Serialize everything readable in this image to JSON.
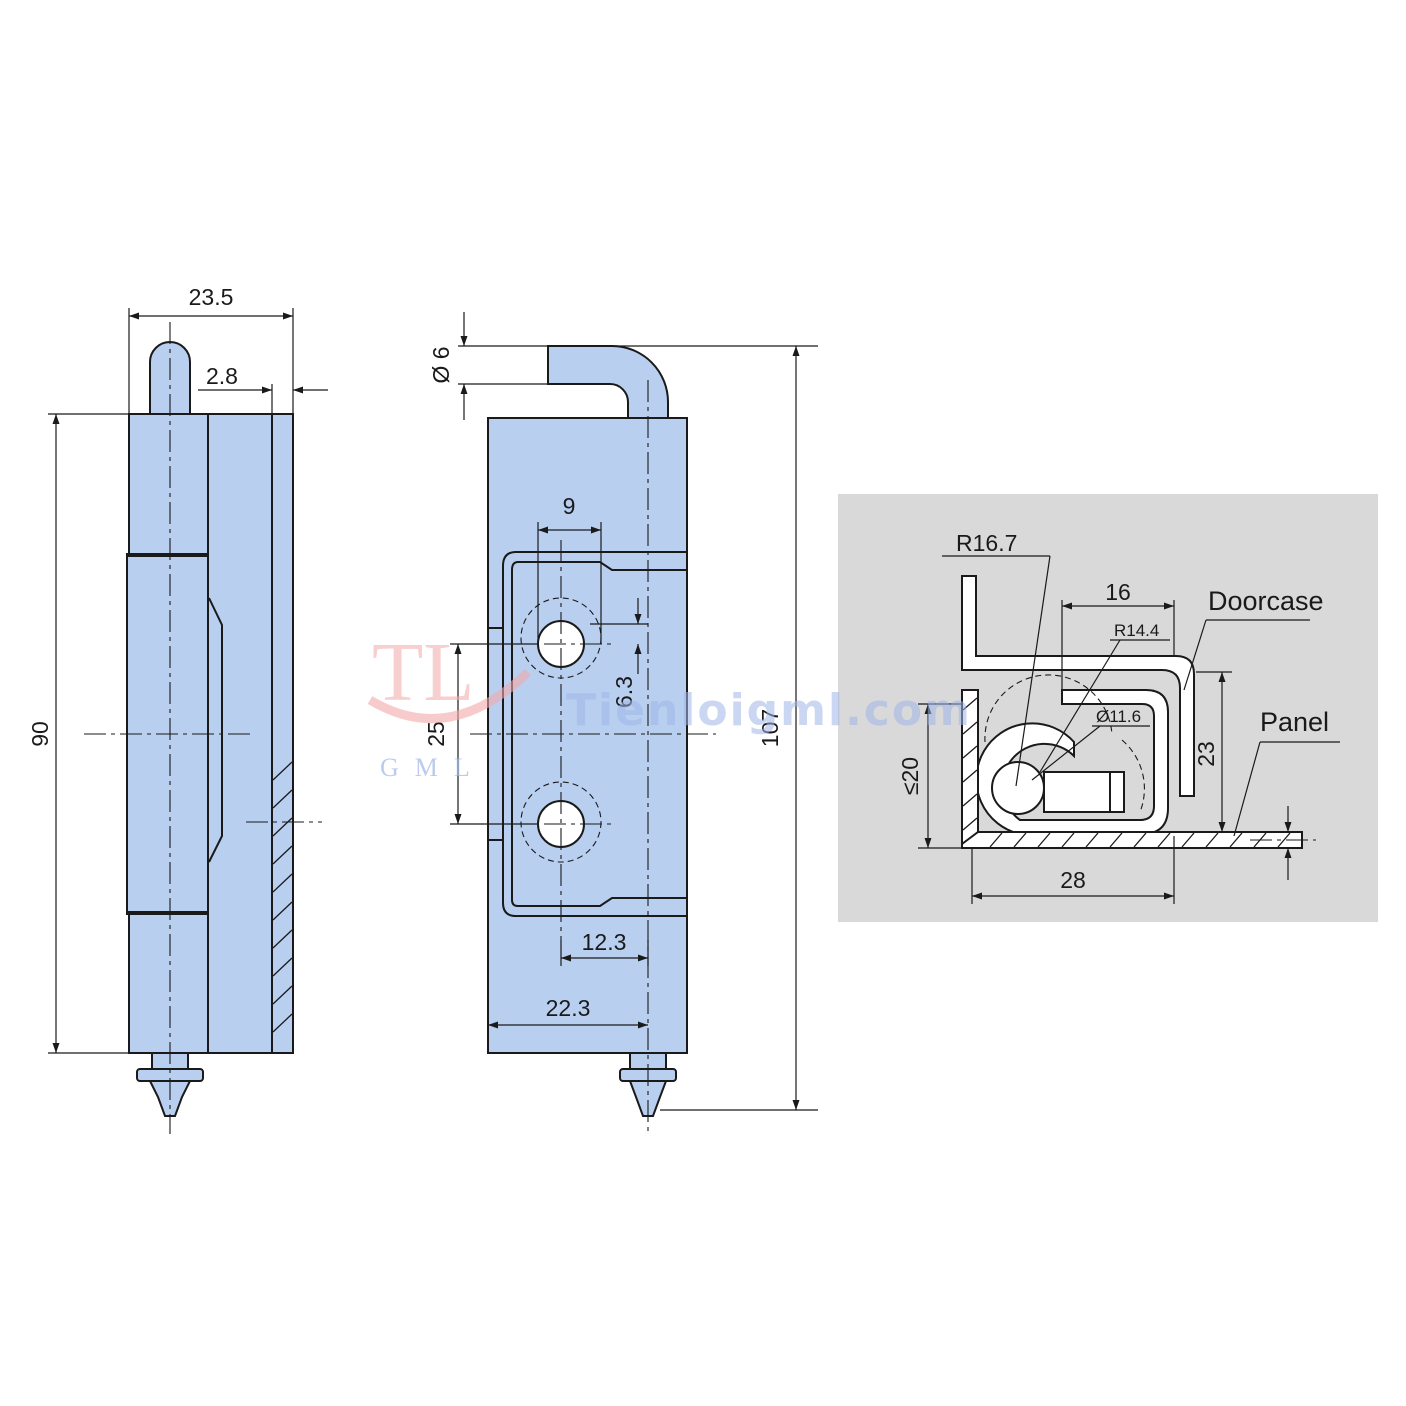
{
  "side_view": {
    "dim_width": "23.5",
    "dim_offset": "2.8",
    "dim_height": "90"
  },
  "front_view": {
    "dim_pin_diameter": "Ø 6",
    "dim_hole_spacing_x": "9",
    "dim_hole_offset": "6.3",
    "dim_hole_pitch": "25",
    "dim_total_height": "107",
    "dim_hole_to_pin": "12.3",
    "dim_body_to_pin": "22.3"
  },
  "section_view": {
    "dim_radius_outer": "R16.7",
    "dim_radius_inner": "R14.4",
    "dim_leaf_length": "16",
    "dim_pin_bore": "Ø11.6",
    "dim_panel_thickness": "≤20",
    "dim_height": "23",
    "dim_base_width": "28",
    "label_doorcase": "Doorcase",
    "label_panel": "Panel",
    "background_color": "#d9d9d9"
  },
  "watermark": {
    "logo_letters": "TL",
    "logo_sub": "GML",
    "site": "Tienloigml.com"
  },
  "colors": {
    "part_fill": "#b8cff0",
    "line": "#1a1a1a"
  }
}
